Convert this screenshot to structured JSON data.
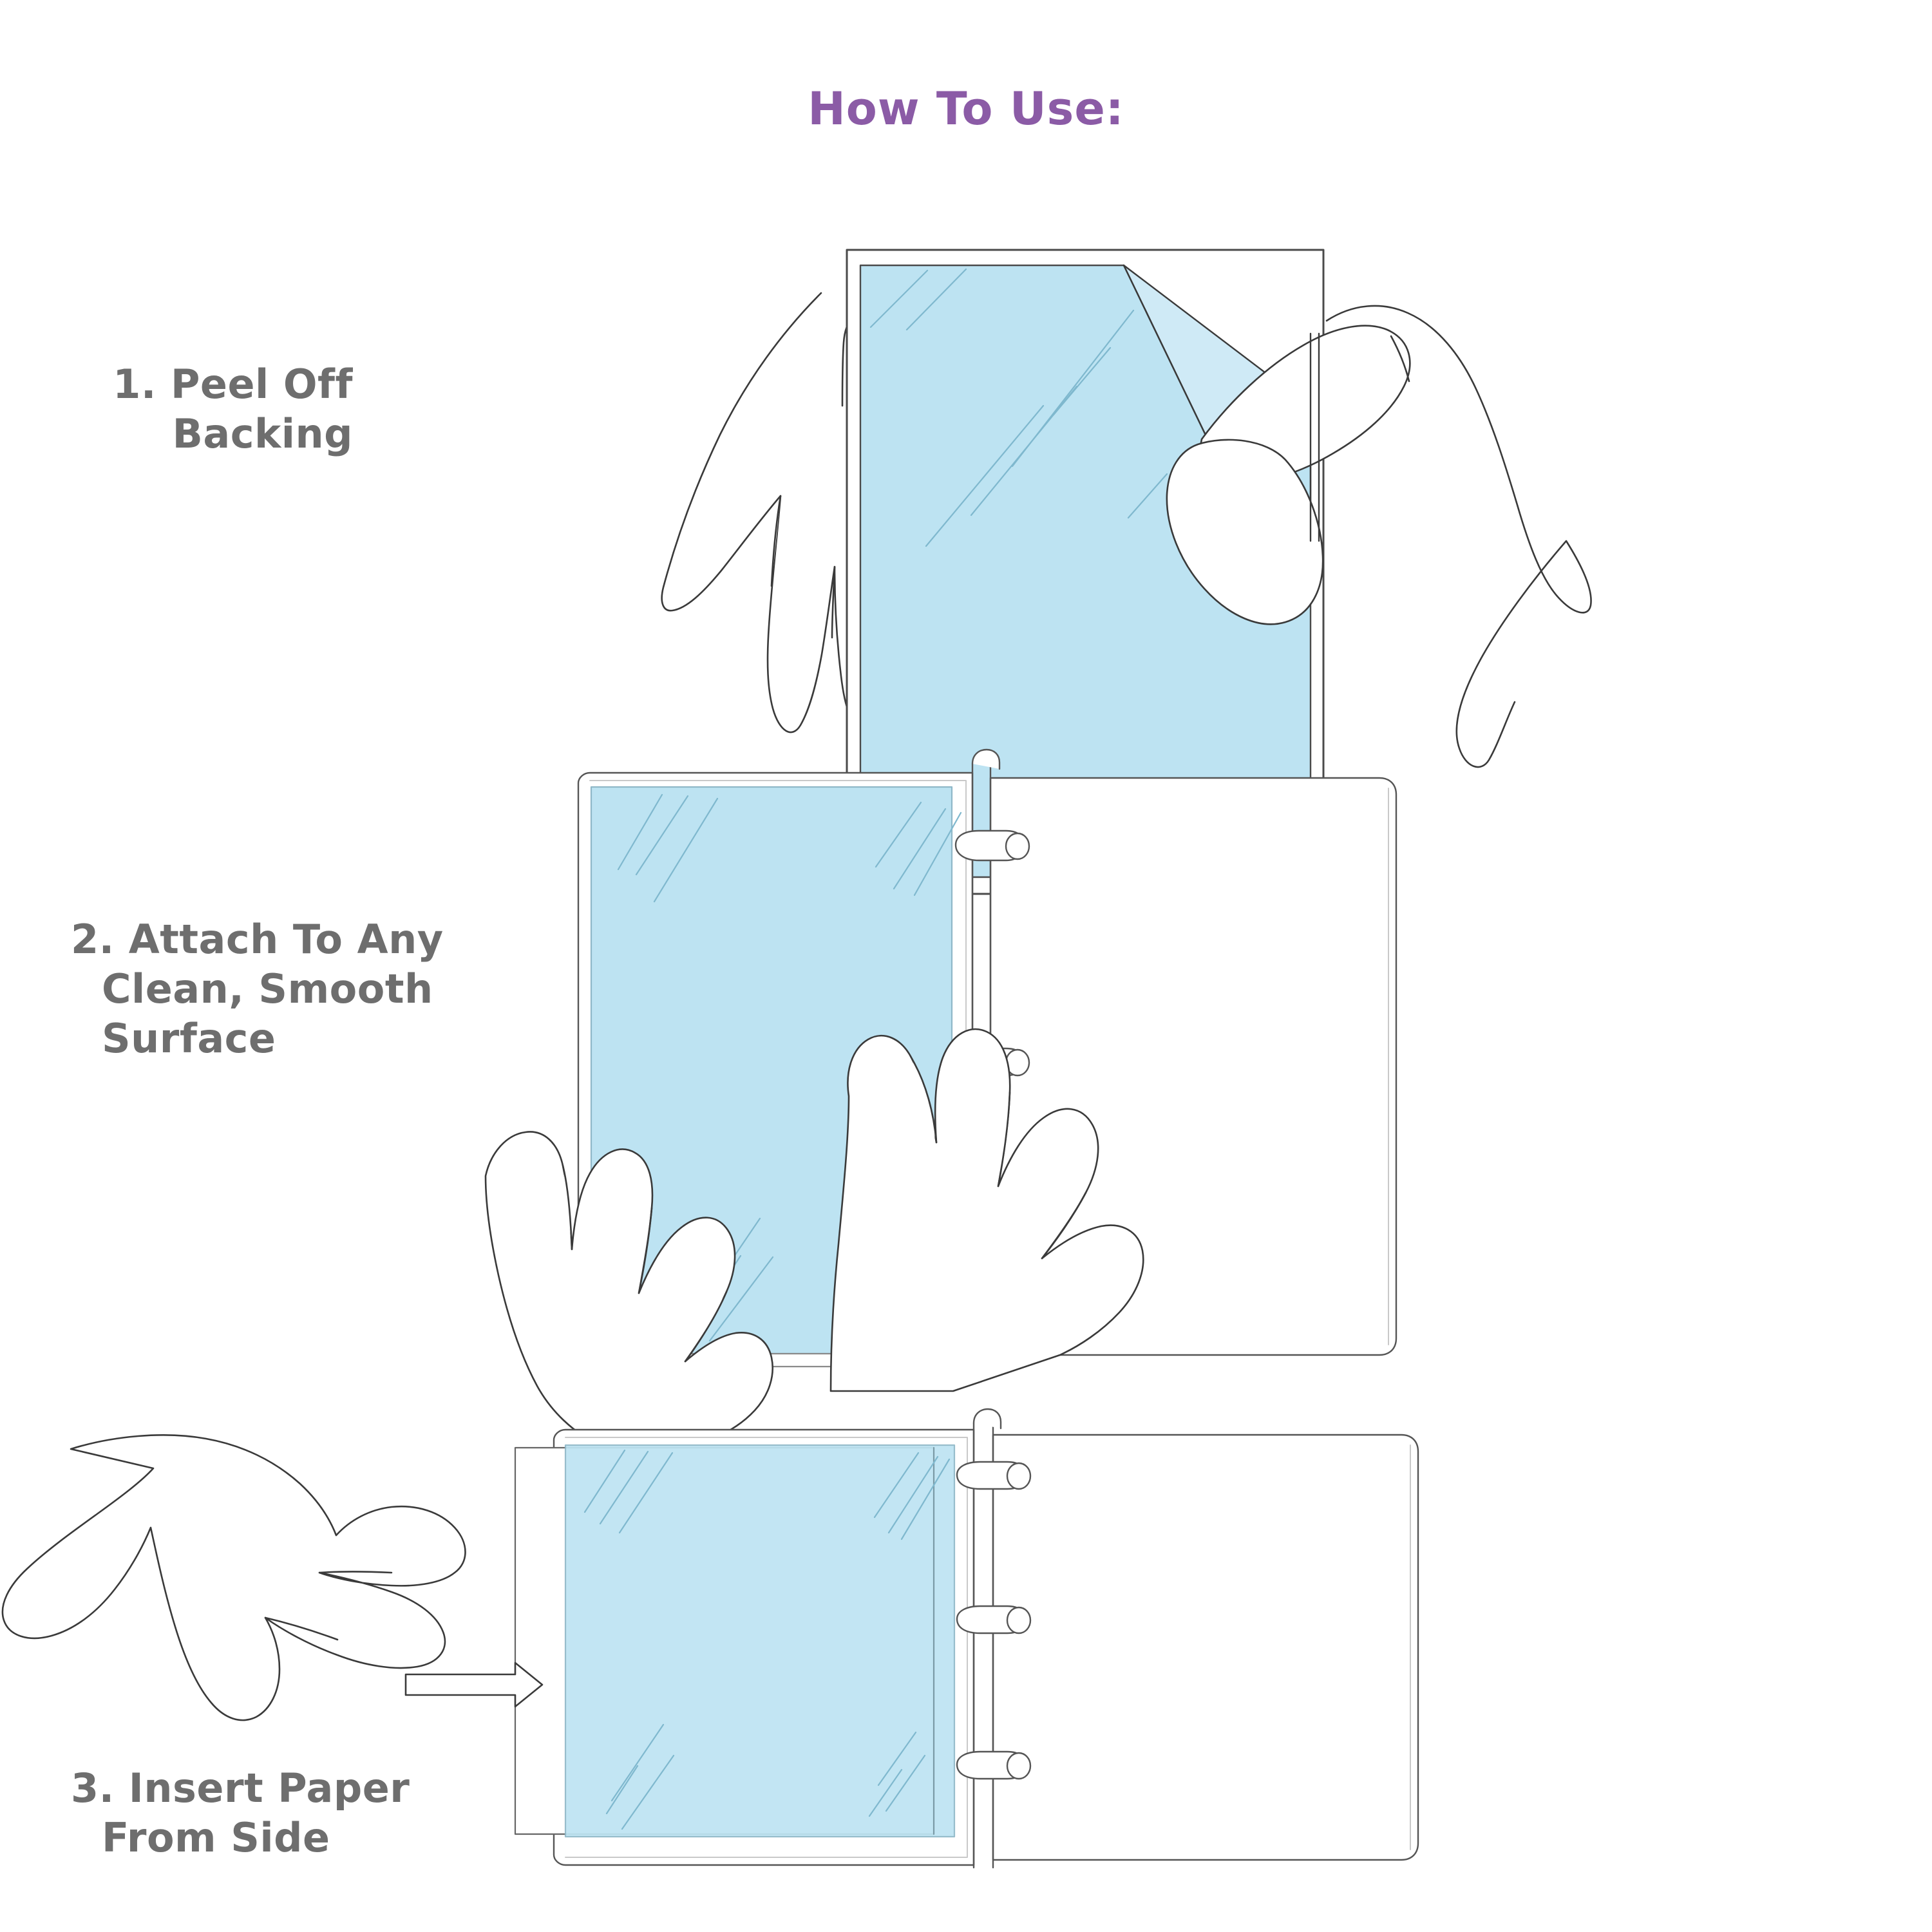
{
  "page": {
    "background": "#ffffff",
    "title": "How To Use:",
    "title_color": "#8b5ba6",
    "label_color": "#6e6e6e",
    "pocket_fill": "#bde3f2",
    "line_color": "#3a3a3a"
  },
  "steps": [
    {
      "number": "1.",
      "line1": "1. Peel Off",
      "line2": "Backing",
      "illustration": "two-hands-peeling-backing-off-adhesive-pocket"
    },
    {
      "number": "2.",
      "line1": "2. Attach To Any",
      "line2": "Clean, Smooth",
      "line3": "Surface",
      "illustration": "two-hands-pressing-pocket-onto-open-three-ring-binder"
    },
    {
      "number": "3.",
      "line1": "3. Insert Paper",
      "line2": "From Side",
      "illustration": "hand-sliding-paper-into-pocket-from-side-with-arrow"
    }
  ],
  "icons": {
    "arrow": "right-arrow-icon"
  }
}
